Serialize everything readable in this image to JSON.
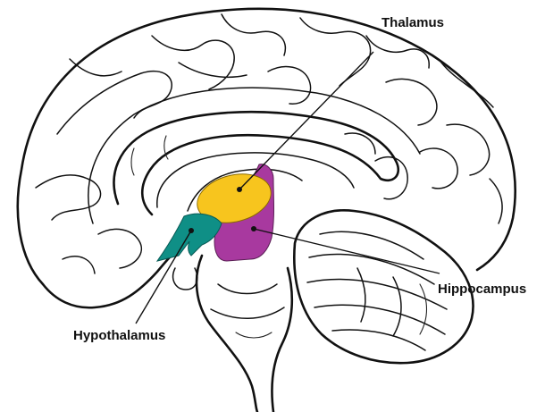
{
  "labels": {
    "thalamus": "Thalamus",
    "hippocampus": "Hippocampus",
    "hypothalamus": "Hypothalamus"
  },
  "colors": {
    "thalamus": "#f7c51e",
    "hippocampus": "#a8399f",
    "hypothalamus": "#0f8f86",
    "outline": "#111111"
  }
}
